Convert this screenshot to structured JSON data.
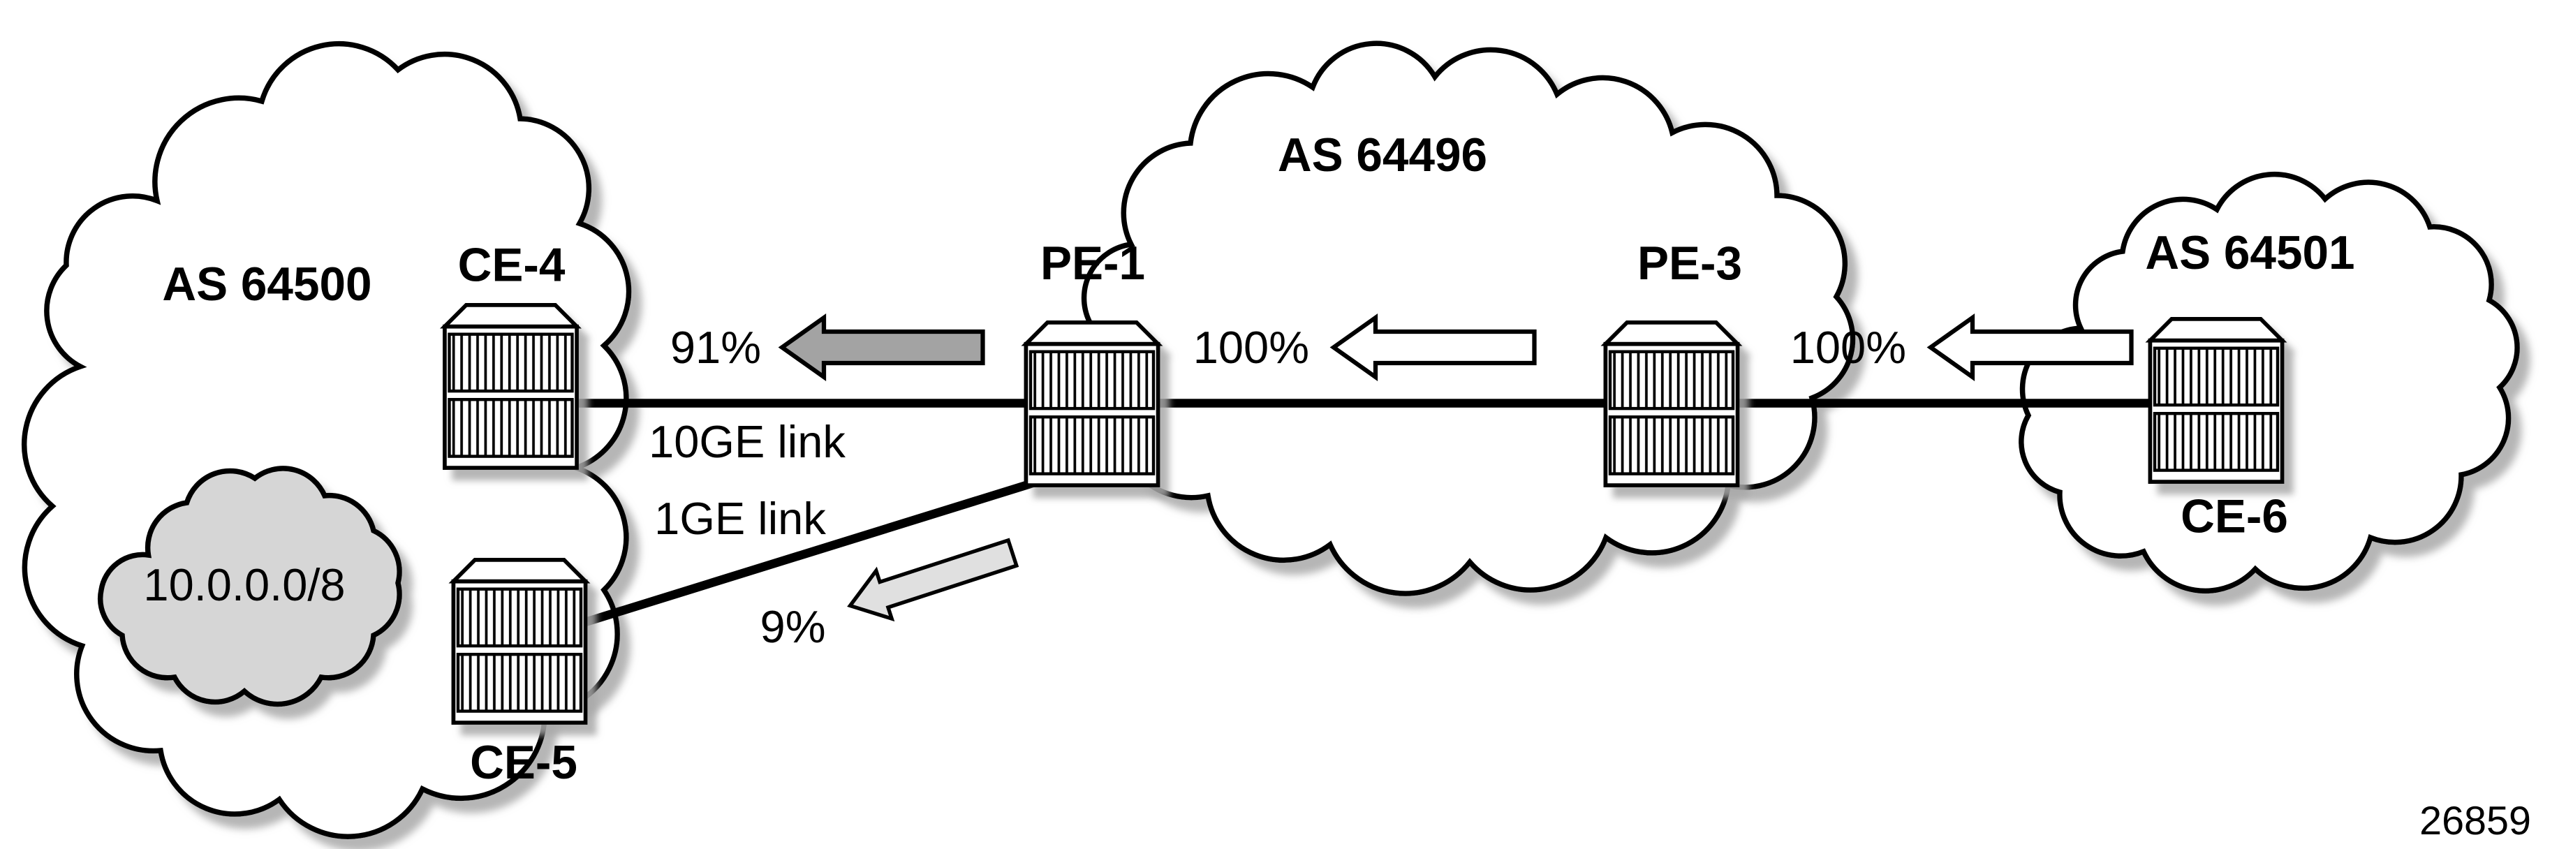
{
  "diagram": {
    "figure_number": "26859",
    "clouds": {
      "as64500": {
        "label": "AS 64500"
      },
      "as64496": {
        "label": "AS 64496"
      },
      "as64501": {
        "label": "AS 64501"
      },
      "prefix_cloud": {
        "label": "10.0.0.0/8"
      }
    },
    "routers": {
      "ce4": {
        "label": "CE-4"
      },
      "ce5": {
        "label": "CE-5"
      },
      "ce6": {
        "label": "CE-6"
      },
      "pe1": {
        "label": "PE-1"
      },
      "pe3": {
        "label": "PE-3"
      }
    },
    "links": {
      "ce4_pe1": {
        "label": "10GE link",
        "share": "91%"
      },
      "ce5_pe1": {
        "label": "1GE link",
        "share": "9%"
      },
      "pe1_pe3": {
        "share": "100%"
      },
      "pe3_ce6": {
        "share": "100%"
      }
    },
    "colors": {
      "arrow_91": "#a3a3a3",
      "arrow_9": "#e0e0e0",
      "arrow_100": "#ffffff",
      "prefix_cloud_fill": "#d6d6d6"
    }
  }
}
